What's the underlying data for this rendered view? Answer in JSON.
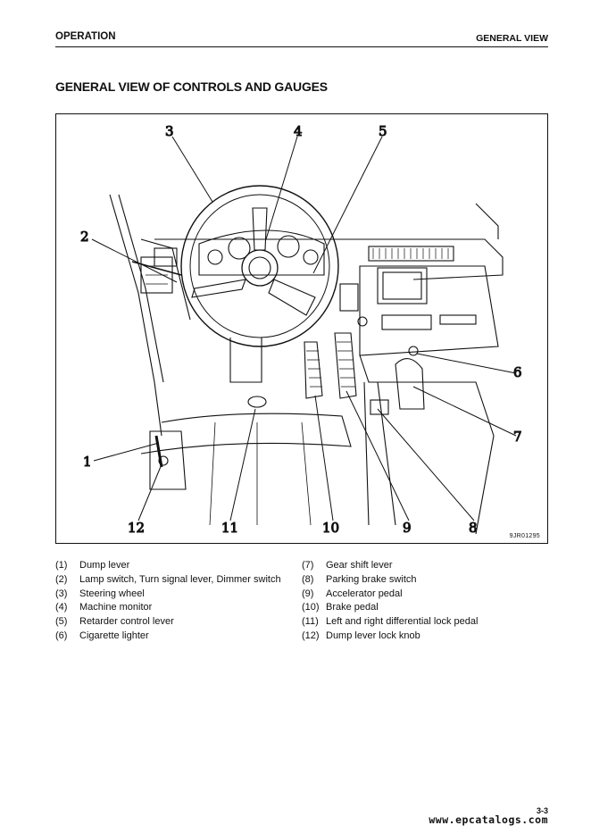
{
  "header": {
    "section": "OPERATION",
    "page_title": "GENERAL VIEW"
  },
  "title": "GENERAL VIEW OF CONTROLS AND GAUGES",
  "figure": {
    "code": "9JR01295",
    "callouts": [
      "1",
      "2",
      "3",
      "4",
      "5",
      "6",
      "7",
      "8",
      "9",
      "10",
      "11",
      "12"
    ]
  },
  "legend": {
    "left": [
      {
        "num": "(1)",
        "label": "Dump lever"
      },
      {
        "num": "(2)",
        "label": "Lamp switch, Turn signal lever, Dimmer switch"
      },
      {
        "num": "(3)",
        "label": "Steering wheel"
      },
      {
        "num": "(4)",
        "label": "Machine monitor"
      },
      {
        "num": "(5)",
        "label": "Retarder control lever"
      },
      {
        "num": "(6)",
        "label": "Cigarette lighter"
      }
    ],
    "right": [
      {
        "num": "(7)",
        "label": "Gear shift lever"
      },
      {
        "num": "(8)",
        "label": "Parking brake switch"
      },
      {
        "num": "(9)",
        "label": "Accelerator pedal"
      },
      {
        "num": "(10)",
        "label": "Brake pedal"
      },
      {
        "num": "(11)",
        "label": "Left and right differential lock pedal"
      },
      {
        "num": "(12)",
        "label": "Dump lever lock knob"
      }
    ]
  },
  "footer": {
    "page_number": "3-3",
    "watermark": "www.epcatalogs.com"
  }
}
